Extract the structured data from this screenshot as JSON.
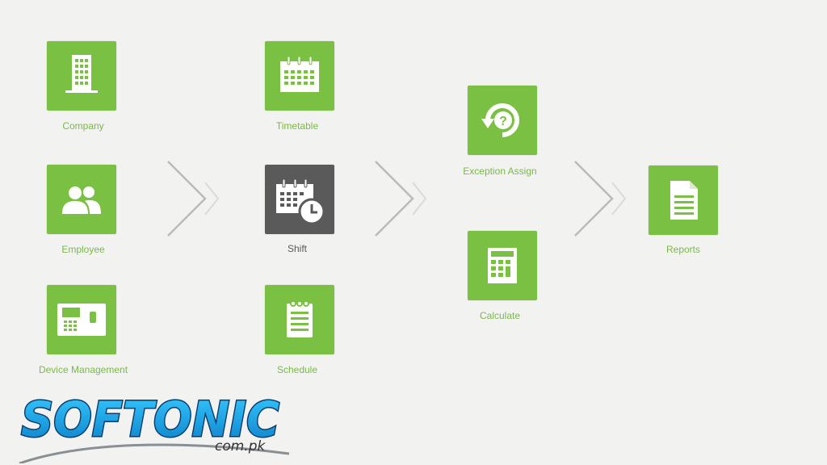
{
  "theme": {
    "accent": "#7ac143",
    "active": "#5a5a5a",
    "label": "#7ab84a",
    "label_active": "#5a5a5a",
    "background": "#f2f3f0"
  },
  "modules": {
    "company": {
      "label": "Company",
      "icon": "building-icon"
    },
    "employee": {
      "label": "Employee",
      "icon": "users-icon"
    },
    "device": {
      "label": "Device Management",
      "icon": "device-terminal-icon"
    },
    "timetable": {
      "label": "Timetable",
      "icon": "calendar-icon"
    },
    "shift": {
      "label": "Shift",
      "icon": "calendar-clock-icon",
      "active": true
    },
    "schedule": {
      "label": "Schedule",
      "icon": "notepad-icon"
    },
    "exception": {
      "label": "Exception Assign",
      "icon": "refresh-question-icon"
    },
    "calculate": {
      "label": "Calculate",
      "icon": "calculator-grid-icon"
    },
    "reports": {
      "label": "Reports",
      "icon": "document-icon"
    }
  },
  "watermark": {
    "main": "SOFTONIC",
    "sub": "com.pk"
  }
}
